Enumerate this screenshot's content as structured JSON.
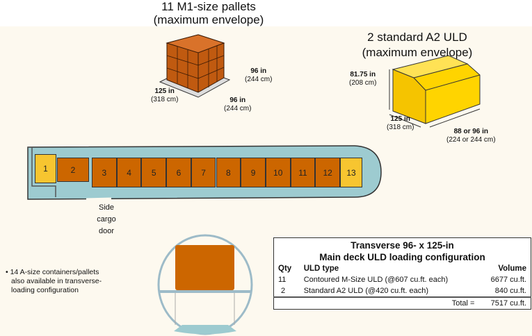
{
  "pallets": {
    "title": "11 M1-size pallets",
    "subtitle": "(maximum envelope)",
    "height_in": "96 in",
    "height_cm": "(244 cm)",
    "length_in": "125 in",
    "length_cm": "(318 cm)",
    "width_in": "96 in",
    "width_cm": "(244 cm)"
  },
  "uld": {
    "title": "2 standard A2 ULD",
    "subtitle": "(maximum envelope)",
    "height_in": "81.75 in",
    "height_cm": "(208 cm)",
    "length_in": "125 in",
    "length_cm": "(318 cm)",
    "width_in": "88 or 96 in",
    "width_cm": "(224 or 244 cm)"
  },
  "positions": [
    {
      "label": "1",
      "type": "A2"
    },
    {
      "label": "2",
      "type": "M"
    },
    {
      "label": "3",
      "type": "M"
    },
    {
      "label": "4",
      "type": "M"
    },
    {
      "label": "5",
      "type": "M"
    },
    {
      "label": "6",
      "type": "M"
    },
    {
      "label": "7",
      "type": "M"
    },
    {
      "label": "8",
      "type": "M"
    },
    {
      "label": "9",
      "type": "M"
    },
    {
      "label": "10",
      "type": "M"
    },
    {
      "label": "11",
      "type": "M"
    },
    {
      "label": "12",
      "type": "M"
    },
    {
      "label": "13",
      "type": "A2"
    }
  ],
  "door_label": [
    "Side",
    "cargo",
    "door"
  ],
  "note": [
    "• 14 A-size containers/pallets",
    "also available in transverse-",
    "loading configuration"
  ],
  "table": {
    "title1": "Transverse 96- x 125-in",
    "title2": "Main deck ULD loading configuration",
    "headers": {
      "qty": "Qty",
      "type": "ULD type",
      "volume": "Volume"
    },
    "rows": [
      {
        "qty": "11",
        "type": "Contoured M-Size ULD (@607 cu.ft. each)",
        "volume": "6677 cu.ft."
      },
      {
        "qty": "2",
        "type": "Standard A2 ULD (@420 cu.ft. each)",
        "volume": "840 cu.ft."
      }
    ],
    "total_label": "Total =",
    "total_value": "7517 cu.ft."
  },
  "colors": {
    "orange": "#cc6600",
    "yellow": "#f7c530",
    "fuselage": "#9dcbd0",
    "background": "#fdf9ef"
  }
}
